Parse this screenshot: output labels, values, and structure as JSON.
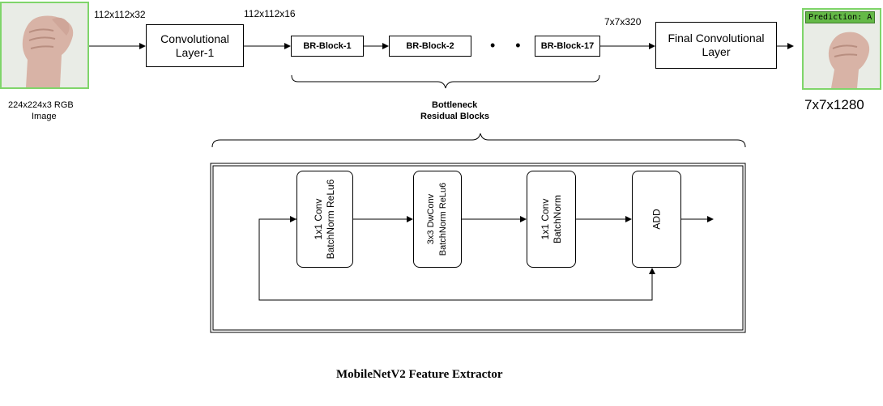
{
  "input": {
    "image_icon": "raised-fist-hand-photo",
    "caption_line1": "224x224x3 RGB",
    "caption_line2": "Image"
  },
  "dims": {
    "after_input": "112x112x32",
    "after_conv1": "112x112x16",
    "after_blocks": "7x7x320"
  },
  "boxes": {
    "conv1_line1": "Convolutional",
    "conv1_line2": "Layer-1",
    "br1": "BR-Block-1",
    "br2": "BR-Block-2",
    "ellipsis": "• • •",
    "br17": "BR-Block-17",
    "final_line1": "Final Convolutional",
    "final_line2": "Layer"
  },
  "output": {
    "prediction": "Prediction: A",
    "image_icon": "raised-fist-hand-photo",
    "dim": "7x7x1280"
  },
  "bottleneck": {
    "line1": "Bottleneck",
    "line2": "Residual Blocks"
  },
  "block_detail": {
    "step1_line1": "1x1 Conv",
    "step1_line2": "BatchNorm  ReLu6",
    "step2_line1": "3x3 DwConv",
    "step2_line2": "BatchNorm ReLu6",
    "step3_line1": "1x1 Conv",
    "step3_line2": "BatchNorm",
    "step4": "ADD"
  },
  "title": "MobileNetV2 Feature Extractor"
}
